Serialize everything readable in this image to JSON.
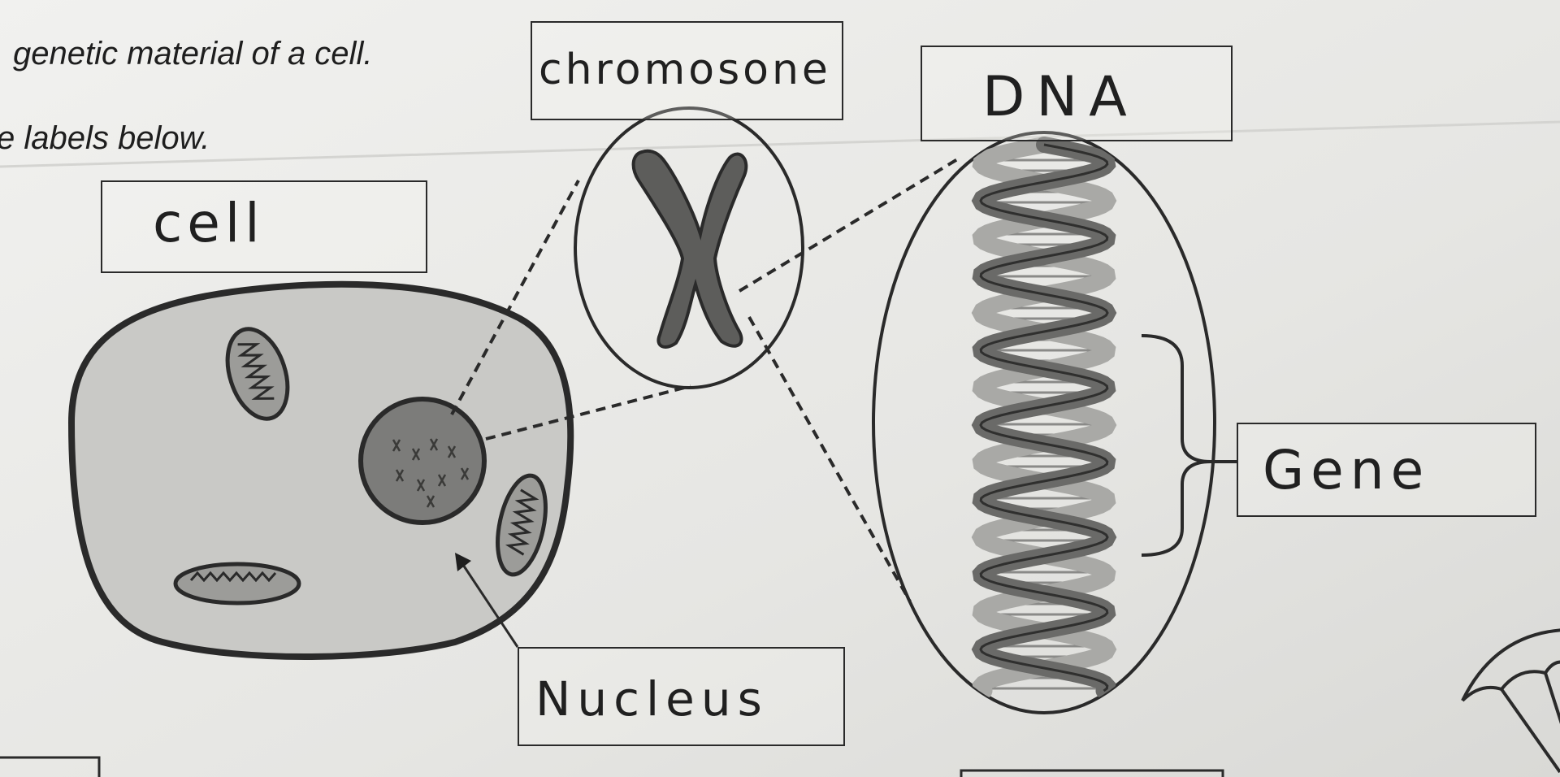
{
  "instructions": {
    "line1": "genetic material of a cell.",
    "line2": "e labels below."
  },
  "labels": {
    "cell": "cell",
    "chromosome": "chromosone",
    "dna": "DNA",
    "gene": "Gene",
    "nucleus": "Nucleus"
  },
  "colors": {
    "paper": "#ececea",
    "ink": "#2a2a2a",
    "cell_fill": "#c9c9c6",
    "nucleus_fill": "#7c7c7a",
    "chromosome_fill": "#5d5d5b",
    "helix_dark": "#6a6a68",
    "helix_light": "#a9a9a6"
  }
}
